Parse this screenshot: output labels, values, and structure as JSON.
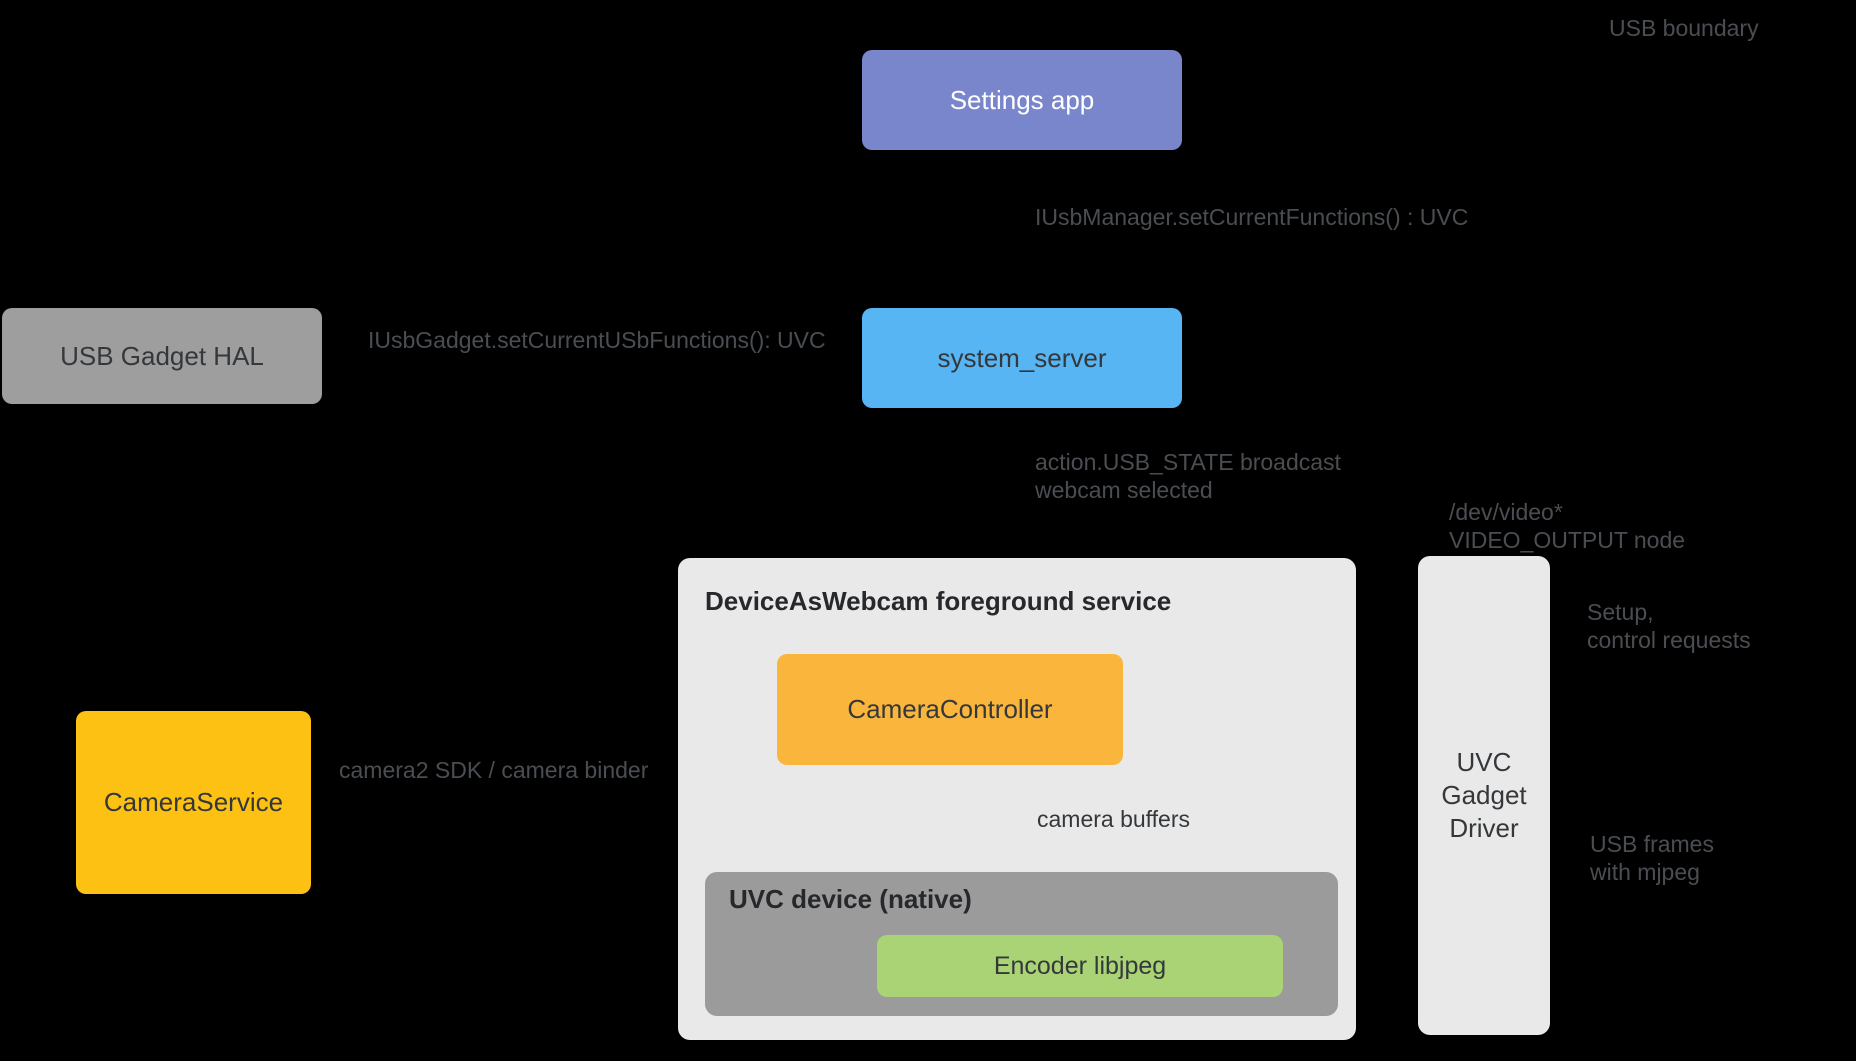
{
  "palette": {
    "background": "#000000",
    "arrow": "#000000",
    "annotation_text": "#4A4E52",
    "box_text_dark": "#35383B",
    "container_title_text": "#26282B",
    "settings_app_fill": "#7986CB",
    "settings_app_text": "#FFFFFF",
    "system_server_fill": "#57B5F3",
    "usb_gadget_hal_fill": "#9E9E9E",
    "camera_service_fill": "#FCC113",
    "camera_controller_fill": "#F9B53C",
    "encoder_fill": "#A9D374",
    "container_light_fill": "#E9E9E9",
    "uvc_device_fill": "#9B9B9B"
  },
  "nodes": {
    "settings_app": "Settings app",
    "usb_gadget_hal": "USB Gadget HAL",
    "system_server": "system_server",
    "camera_service": "CameraService",
    "devaw_title": "DeviceAsWebcam foreground service",
    "camera_controller": "CameraController",
    "uvc_device_title": "UVC device (native)",
    "encoder": "Encoder libjpeg",
    "uvc_gadget_driver": "UVC\nGadget\nDriver"
  },
  "annotations": {
    "usb_boundary": "USB boundary",
    "iusbmanager_call": "IUsbManager.setCurrentFunctions() : UVC",
    "iusbgadget_call": "IUsbGadget.setCurrentUSbFunctions(): UVC",
    "usb_state": "action.USB_STATE broadcast\nwebcam selected",
    "dev_video": "/dev/video*\nVIDEO_OUTPUT node",
    "setup_control": "Setup,\ncontrol requests",
    "usb_frames": "USB frames\nwith mjpeg",
    "camera_buffers": "camera buffers",
    "camera2_sdk": "camera2 SDK / camera binder"
  }
}
